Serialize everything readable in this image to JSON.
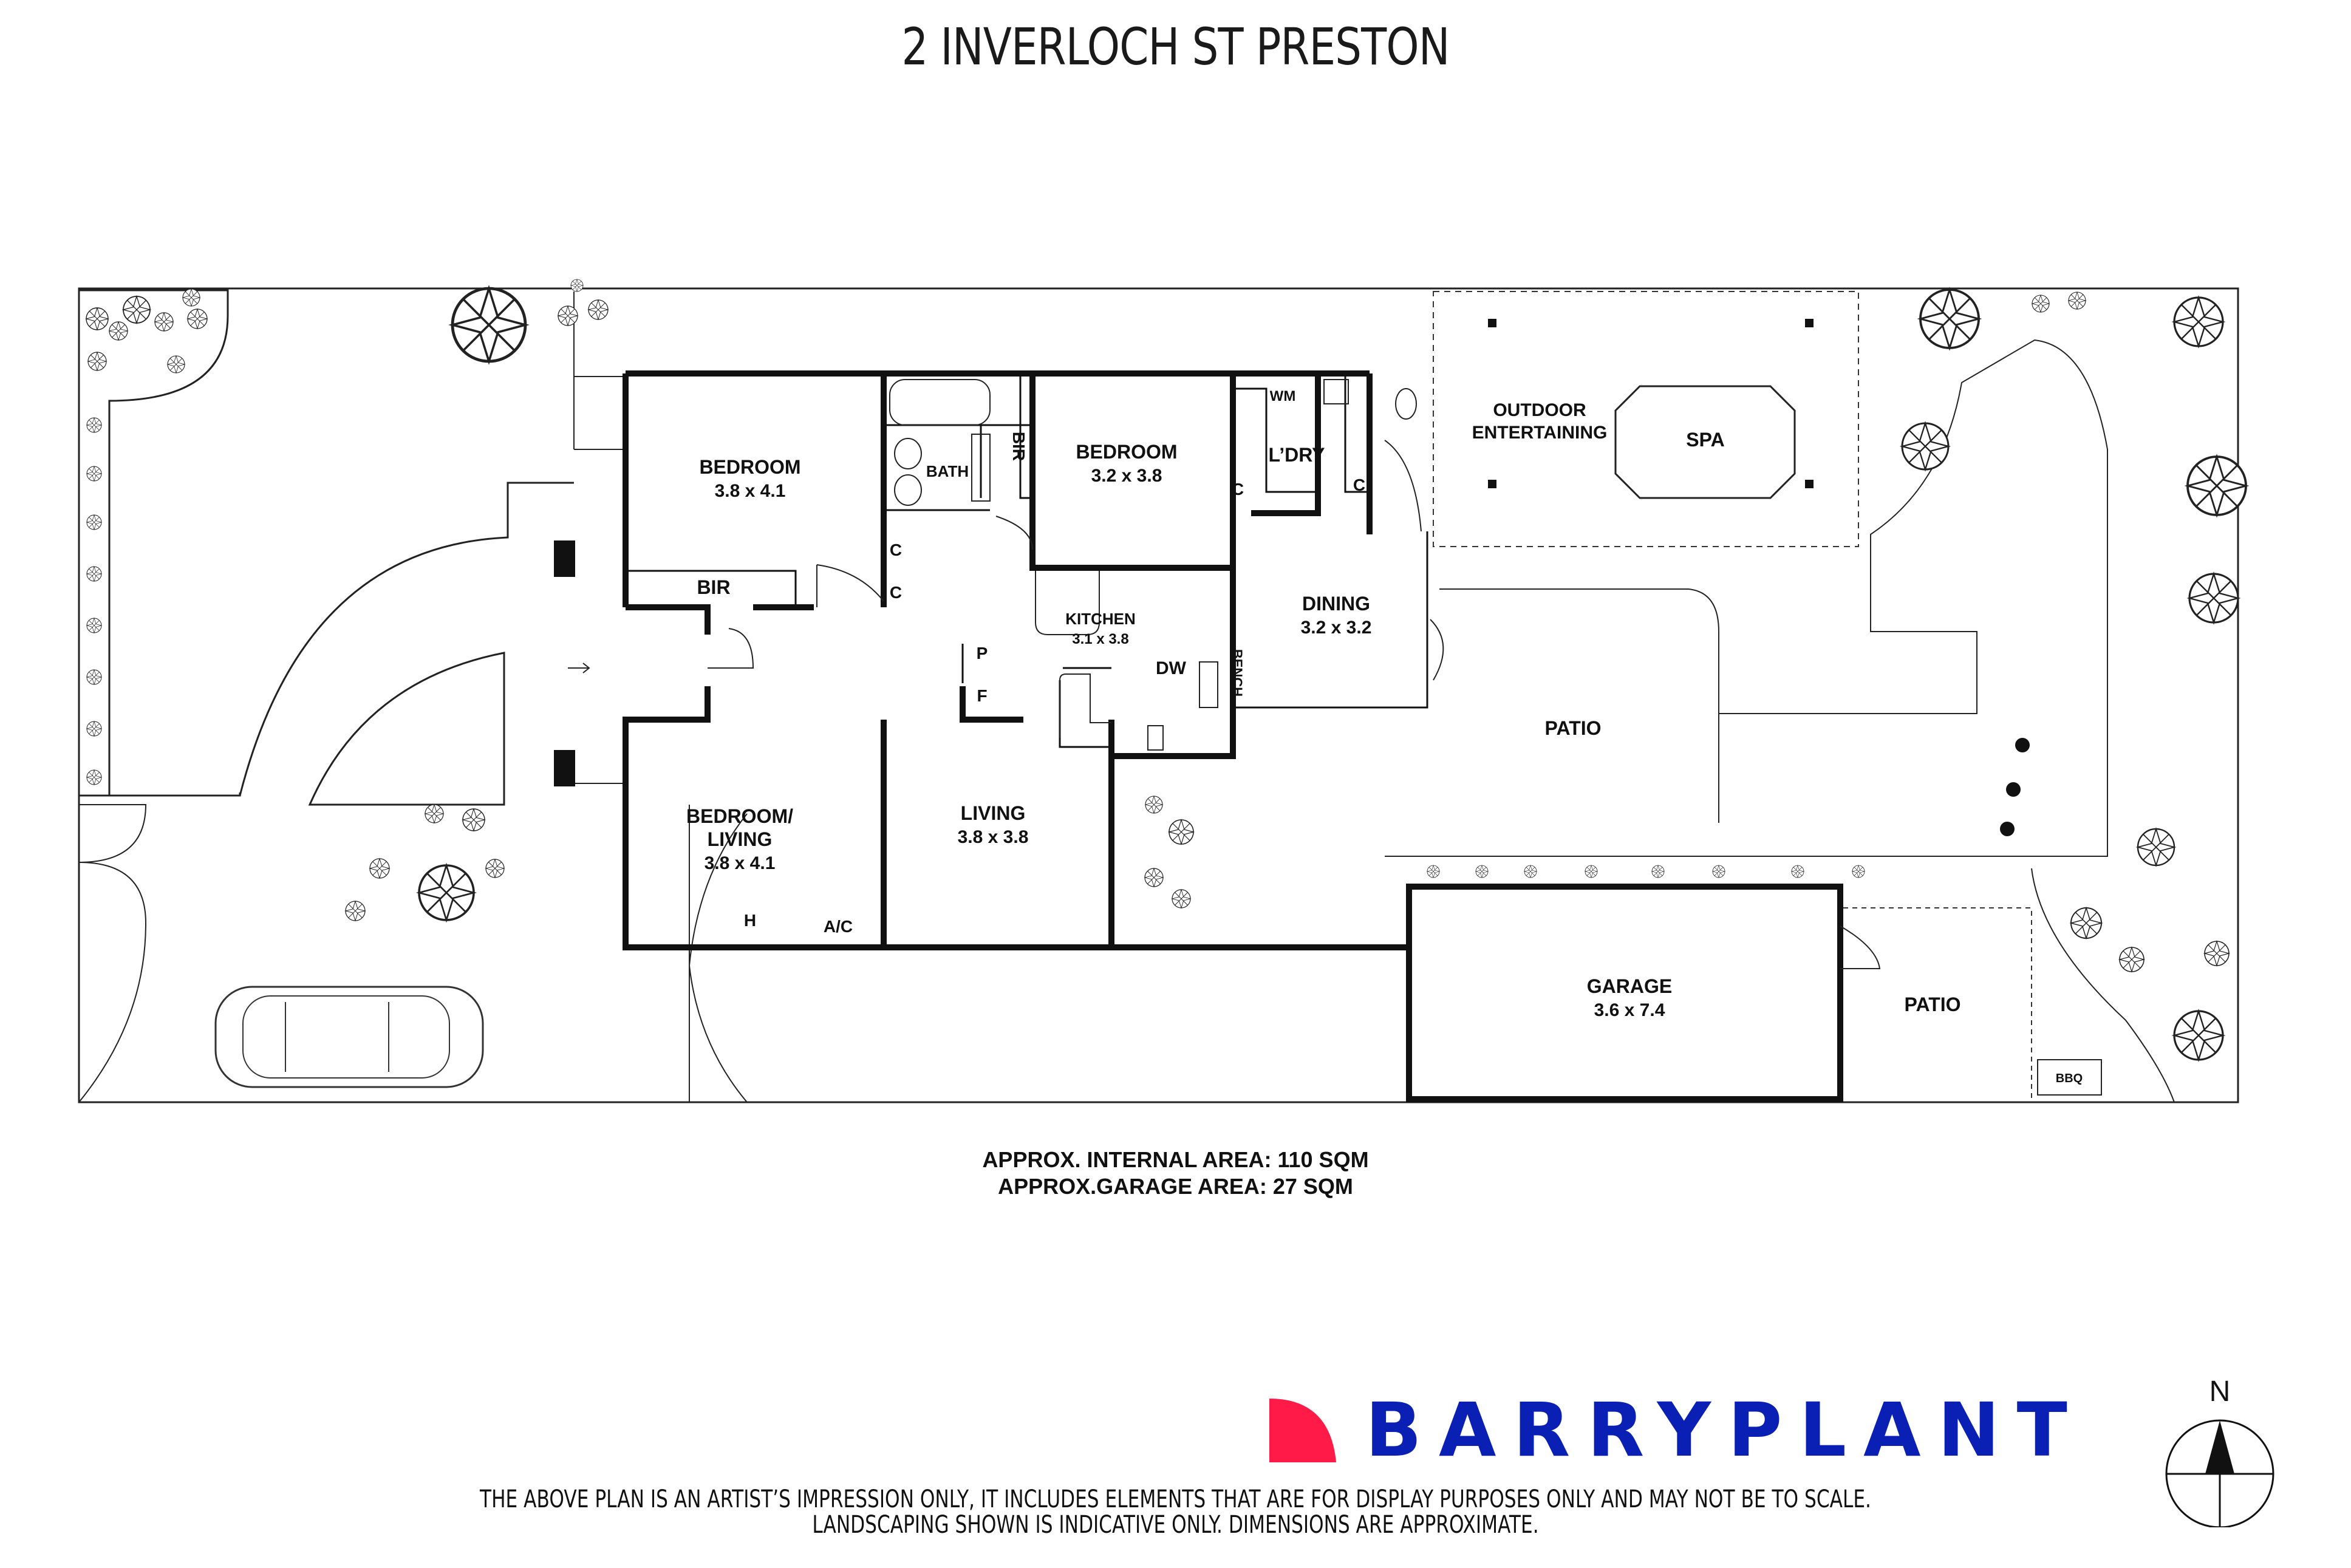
{
  "header": {
    "title": "2 INVERLOCH ST PRESTON"
  },
  "rooms": [
    {
      "id": "bedroom-1",
      "name": "BEDROOM",
      "dims": "3.8 x 4.1"
    },
    {
      "id": "bedroom-2",
      "name": "BEDROOM",
      "dims": "3.2 x 3.8"
    },
    {
      "id": "bedroom-living",
      "name": "BEDROOM/",
      "name2": "LIVING",
      "dims": "3.8 x 4.1"
    },
    {
      "id": "living",
      "name": "LIVING",
      "dims": "3.8 x 3.8"
    },
    {
      "id": "kitchen",
      "name": "KITCHEN",
      "dims": "3.1 x 3.8"
    },
    {
      "id": "dining",
      "name": "DINING",
      "dims": "3.2 x 3.2"
    },
    {
      "id": "garage",
      "name": "GARAGE",
      "dims": "3.6 x 7.4"
    }
  ],
  "labels": {
    "bath": "BATH",
    "bir": "BIR",
    "bir_vertical": "BIR",
    "cupboard": "C",
    "laundry": "L’DRY",
    "wm": "WM",
    "pantry": "P",
    "fridge": "F",
    "dw": "DW",
    "bench": "BENCH",
    "heater": "H",
    "ac": "A/C",
    "outdoor1": "OUTDOOR",
    "outdoor2": "ENTERTAINING",
    "spa": "SPA",
    "patio": "PATIO",
    "bbq": "BBQ"
  },
  "areas": {
    "internal": "APPROX. INTERNAL AREA: 110 SQM",
    "garage": "APPROX.GARAGE AREA: 27 SQM"
  },
  "brand": {
    "name": "BARRYPLANT",
    "text_color": "#0a1fb4",
    "mark_color": "#ff1a47"
  },
  "disclaimer": {
    "line1": "THE ABOVE PLAN IS AN ARTIST’S IMPRESSION ONLY, IT INCLUDES ELEMENTS THAT ARE FOR DISPLAY PURPOSES ONLY AND MAY NOT BE TO SCALE.",
    "line2": "LANDSCAPING SHOWN IS INDICATIVE ONLY. DIMENSIONS ARE APPROXIMATE."
  },
  "compass": {
    "label": "N"
  }
}
